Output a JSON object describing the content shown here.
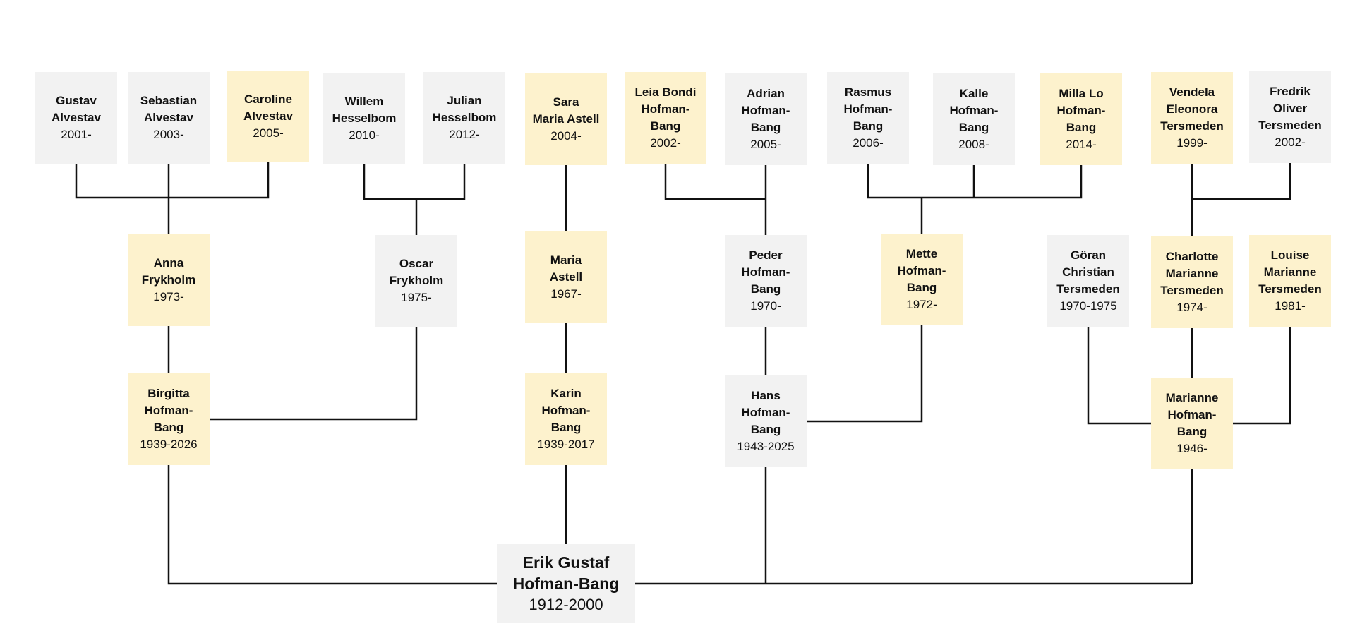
{
  "colors": {
    "female": "#fdf2cd",
    "male": "#f2f2f2",
    "line": "#111111"
  },
  "people": {
    "gustav_a": {
      "name": "Gustav Alvestav",
      "years": "2001-",
      "gender": "male"
    },
    "sebastian_a": {
      "name": "Sebastian Alvestav",
      "years": "2003-",
      "gender": "male"
    },
    "caroline_a": {
      "name": "Caroline Alvestav",
      "years": "2005-",
      "gender": "female"
    },
    "willem_h": {
      "name": "Willem Hesselbom",
      "years": "2010-",
      "gender": "male"
    },
    "julian_h": {
      "name": "Julian Hesselbom",
      "years": "2012-",
      "gender": "male"
    },
    "sara_astell": {
      "name": "Sara Maria Astell",
      "years": "2004-",
      "gender": "female"
    },
    "leia": {
      "name": "Leia Bondi Hofman-Bang",
      "years": "2002-",
      "gender": "female"
    },
    "adrian": {
      "name": "Adrian Hofman-Bang",
      "years": "2005-",
      "gender": "male"
    },
    "rasmus": {
      "name": "Rasmus Hofman-Bang",
      "years": "2006-",
      "gender": "male"
    },
    "kalle": {
      "name": "Kalle Hofman-Bang",
      "years": "2008-",
      "gender": "male"
    },
    "milla": {
      "name": "Milla Lo Hofman-Bang",
      "years": "2014-",
      "gender": "female"
    },
    "vendela": {
      "name": "Vendela Eleonora Tersmeden",
      "years": "1999-",
      "gender": "female"
    },
    "fredrik": {
      "name": "Fredrik Oliver Tersmeden",
      "years": "2002-",
      "gender": "male"
    },
    "anna": {
      "name": "Anna Frykholm",
      "years": "1973-",
      "gender": "female"
    },
    "oscar": {
      "name": "Oscar Frykholm",
      "years": "1975-",
      "gender": "male"
    },
    "maria_astell": {
      "name": "Maria Astell",
      "years": "1967-",
      "gender": "female"
    },
    "peder": {
      "name": "Peder Hofman-Bang",
      "years": "1970-",
      "gender": "male"
    },
    "mette": {
      "name": "Mette Hofman-Bang",
      "years": "1972-",
      "gender": "female"
    },
    "goran": {
      "name": "Göran Christian Tersmeden",
      "years": "1970-1975",
      "gender": "male"
    },
    "charlotte": {
      "name": "Charlotte Marianne Tersmeden",
      "years": "1974-",
      "gender": "female"
    },
    "louise": {
      "name": "Louise Marianne Tersmeden",
      "years": "1981-",
      "gender": "female"
    },
    "birgitta": {
      "name": "Birgitta Hofman-Bang",
      "years": "1939-2026",
      "gender": "female"
    },
    "karin": {
      "name": "Karin Hofman-Bang",
      "years": "1939-2017",
      "gender": "female"
    },
    "hans": {
      "name": "Hans Hofman-Bang",
      "years": "1943-2025",
      "gender": "male"
    },
    "marianne": {
      "name": "Marianne Hofman-Bang",
      "years": "1946-",
      "gender": "female"
    },
    "erik": {
      "name": "Erik Gustaf Hofman-Bang",
      "years": "1912-2000",
      "gender": "male"
    }
  },
  "edges": [
    [
      "erik",
      "birgitta"
    ],
    [
      "erik",
      "karin"
    ],
    [
      "erik",
      "hans"
    ],
    [
      "erik",
      "marianne"
    ],
    [
      "birgitta",
      "anna"
    ],
    [
      "birgitta",
      "oscar"
    ],
    [
      "karin",
      "maria_astell"
    ],
    [
      "hans",
      "peder"
    ],
    [
      "hans",
      "mette"
    ],
    [
      "marianne",
      "goran"
    ],
    [
      "marianne",
      "charlotte"
    ],
    [
      "marianne",
      "louise"
    ],
    [
      "anna",
      "gustav_a"
    ],
    [
      "anna",
      "sebastian_a"
    ],
    [
      "anna",
      "caroline_a"
    ],
    [
      "oscar",
      "willem_h"
    ],
    [
      "oscar",
      "julian_h"
    ],
    [
      "maria_astell",
      "sara_astell"
    ],
    [
      "peder",
      "leia"
    ],
    [
      "peder",
      "adrian"
    ],
    [
      "mette",
      "rasmus"
    ],
    [
      "mette",
      "kalle"
    ],
    [
      "mette",
      "milla"
    ],
    [
      "charlotte",
      "vendela"
    ],
    [
      "charlotte",
      "fredrik"
    ]
  ]
}
